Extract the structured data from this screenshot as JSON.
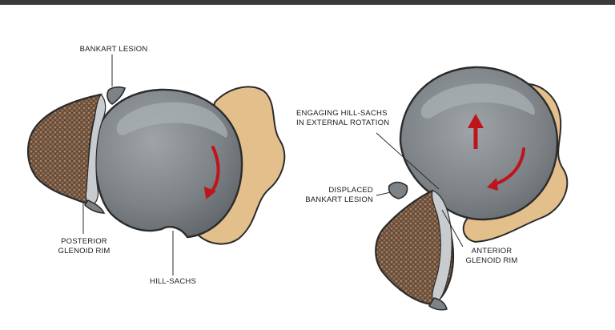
{
  "labels": {
    "bankart_lesion": "BANKART LESION",
    "posterior_glenoid_rim": "POSTERIOR\nGLENOID RIM",
    "hill_sachs": "HILL-SACHS",
    "engaging_hill_sachs": "ENGAGING HILL-SACHS\nIN EXTERNAL ROTATION",
    "displaced_bankart_lesion": "DISPLACED\nBANKART LESION",
    "anterior_glenoid_rim": "ANTERIOR\nGLENOID RIM"
  },
  "colors": {
    "bone_tan": "#e3bf8c",
    "bone_outline": "#2b2b2b",
    "humeral_head": "#7c8286",
    "humeral_highlight": "#a4aaae",
    "glenoid_cancellous": "#8a6a50",
    "cartilage": "#c9ccce",
    "arrow_red": "#c0141b"
  },
  "icons": {
    "left_rotation_arrow": "curved-arrow-icon",
    "right_up_arrow": "arrow-up-icon",
    "right_rotation_arrow": "curved-arrow-icon"
  }
}
